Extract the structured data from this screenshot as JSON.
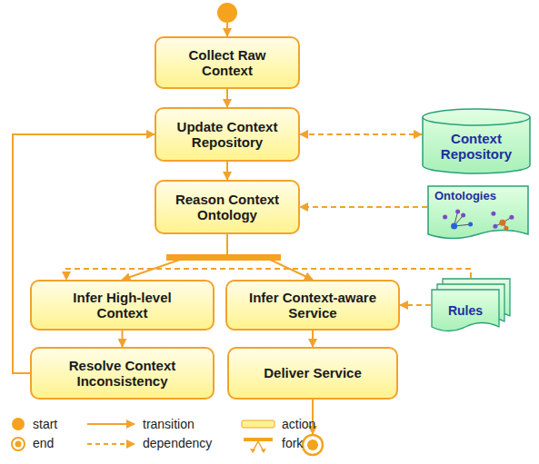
{
  "diagram": {
    "nodes": [
      {
        "text": [
          "Collect Raw Context"
        ]
      },
      {
        "text": [
          "Update Context Repository"
        ]
      },
      {
        "text": [
          "Context Repository"
        ]
      },
      {
        "text": [
          "Reason Context Ontology"
        ]
      },
      {
        "text": [
          "Ontologies"
        ]
      },
      {
        "text": [
          "Infer High-level Context"
        ]
      },
      {
        "text": [
          "Infer Context-aware Service"
        ]
      },
      {
        "text": [
          "Rules"
        ]
      },
      {
        "text": [
          "Resolve Context Inconsistency"
        ]
      },
      {
        "text": [
          "Deliver Service"
        ]
      }
    ],
    "edges": [
      {
        "from": 0,
        "to": 1,
        "arrow": "to"
      },
      {
        "from": 1,
        "to": 2,
        "arrow": "both"
      },
      {
        "from": 1,
        "to": 3,
        "arrow": "to"
      },
      {
        "from": 4,
        "to": 3,
        "arrow": "to"
      },
      {
        "from": 3,
        "to": 5,
        "arrow": "to"
      },
      {
        "from": 3,
        "to": 6,
        "arrow": "to"
      },
      {
        "from": 7,
        "to": 6,
        "arrow": "to"
      },
      {
        "from": 7,
        "to": 5,
        "arrow": "to"
      },
      {
        "from": 5,
        "to": 8,
        "arrow": "to"
      },
      {
        "from": 8,
        "to": 1,
        "arrow": "to"
      },
      {
        "from": 6,
        "to": 9,
        "arrow": "to"
      }
    ],
    "legend": [
      {
        "text": "start"
      },
      {
        "text": "transition"
      },
      {
        "text": "action"
      },
      {
        "text": "end"
      },
      {
        "text": "dependency"
      },
      {
        "text": "fork"
      }
    ]
  }
}
